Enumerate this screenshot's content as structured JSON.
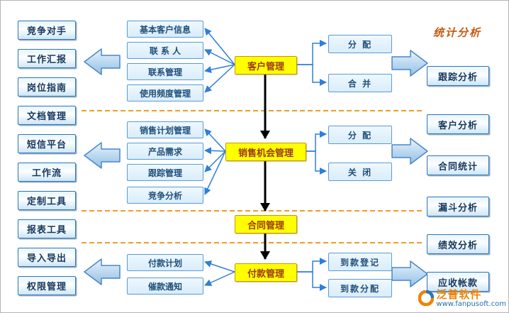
{
  "left_column": {
    "items": [
      "竞争对手",
      "工作汇报",
      "岗位指南",
      "文档管理",
      "短信平台",
      "工作流",
      "定制工具",
      "报表工具",
      "导入导出",
      "权限管理"
    ]
  },
  "right_column": {
    "title": "统计分析",
    "items": [
      "跟踪分析",
      "客户分析",
      "合同统计",
      "漏斗分析",
      "绩效分析",
      "应收帐款"
    ]
  },
  "center_nodes": {
    "customer": "客户管理",
    "sales": "销售机会管理",
    "contract": "合同管理",
    "payment": "付款管理"
  },
  "customer_sub": {
    "items": [
      "基本客户信息",
      "联 系 人",
      "联系管理",
      "使用频度管理"
    ]
  },
  "sales_sub": {
    "items": [
      "销售计划管理",
      "产品需求",
      "跟踪管理",
      "竞争分析"
    ]
  },
  "payment_sub": {
    "items": [
      "付款计划",
      "催款通知"
    ]
  },
  "customer_actions": {
    "items": [
      "分 配",
      "合 并"
    ]
  },
  "sales_actions": {
    "items": [
      "分 配",
      "关 闭"
    ]
  },
  "payment_actions": {
    "items": [
      "到款登记",
      "到款分配"
    ]
  },
  "watermark": {
    "brand": "泛普软件",
    "url": "www.fanpusoft.com"
  },
  "colors": {
    "main_node_bg": "#ffff00",
    "box_border": "#2e75b6",
    "dashed_divider": "#ed9c28",
    "title_orange": "#c55a11",
    "connector_blue": "#2f7ed8"
  }
}
